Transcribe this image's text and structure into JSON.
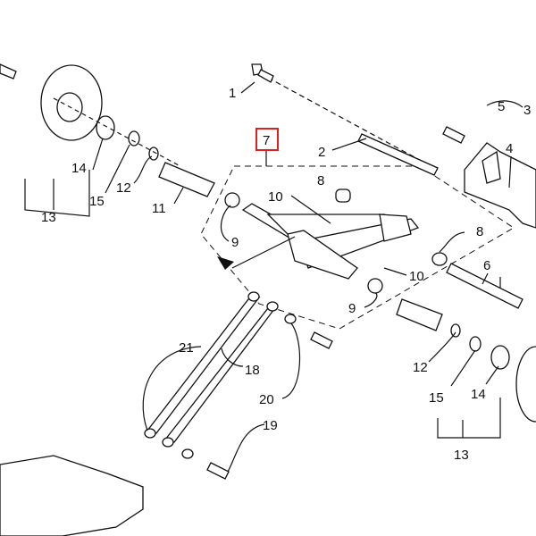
{
  "diagram": {
    "type": "exploded parts diagram",
    "highlight_color": "#e0201c",
    "highlighted_callout": "7",
    "callouts": {
      "c1": "1",
      "c2": "2",
      "c3": "3",
      "c4": "4",
      "c5": "5",
      "c6": "6",
      "c7": "7",
      "c8a": "8",
      "c8b": "8",
      "c9a": "9",
      "c9b": "9",
      "c10a": "10",
      "c10b": "10",
      "c11": "11",
      "c12a": "12",
      "c12b": "12",
      "c13a": "13",
      "c13b": "13",
      "c14a": "14",
      "c14b": "14",
      "c15a": "15",
      "c15b": "15",
      "c18": "18",
      "c19": "19",
      "c20": "20",
      "c21": "21"
    }
  }
}
